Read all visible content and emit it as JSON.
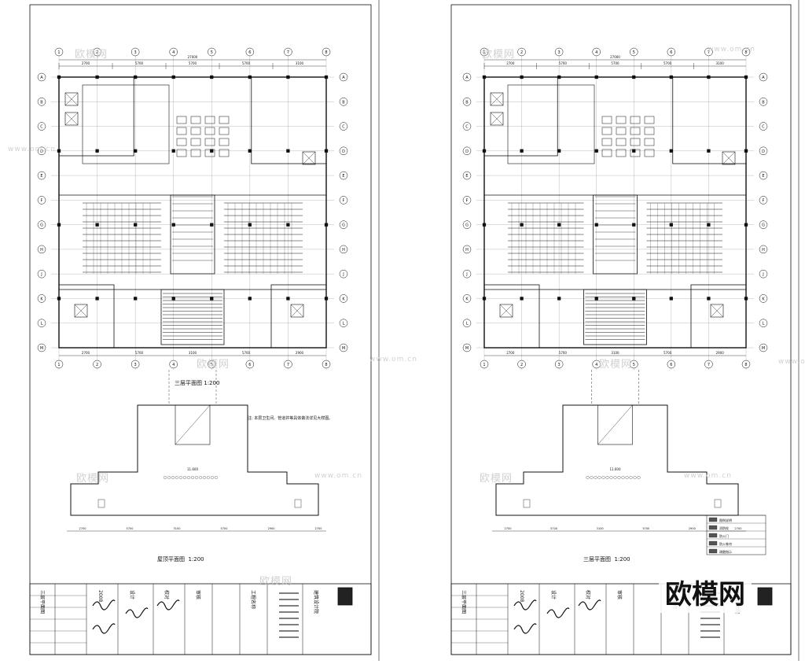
{
  "watermark": {
    "cn": "欧模网",
    "url": "www.om.cn"
  },
  "brand": {
    "text": "欧模网"
  },
  "sheets": [
    {
      "id": "left",
      "plan_title": "三层平面图",
      "scale": "1:200",
      "detail_title": "屋顶平面图",
      "detail_scale": "1:200"
    },
    {
      "id": "right",
      "plan_title": "三层平面图",
      "scale": "1:200"
    }
  ],
  "dims": {
    "top": [
      "2700",
      "5700",
      "5700",
      "5700",
      "3100"
    ],
    "total": "27000",
    "bottom": [
      "2700",
      "5700",
      "3100",
      "5700",
      "2900"
    ],
    "elev": "11.600"
  },
  "axes": {
    "cols": [
      "1",
      "2",
      "3",
      "4",
      "5",
      "6",
      "7",
      "8"
    ],
    "rows": [
      "A",
      "B",
      "C",
      "D",
      "E",
      "F",
      "G",
      "H",
      "J",
      "K",
      "L",
      "M"
    ]
  },
  "title_block": {
    "company": "建筑设计院",
    "project": "工程名称",
    "drawing": "三层平面图",
    "sign1": "设计",
    "sign2": "校对",
    "sign3": "审核",
    "date": "2008"
  },
  "note": {
    "text": "注: 本层卫生间、管道井等具体做法详见大样图。"
  },
  "legend": {
    "rows": [
      "图例说明",
      "消防栓",
      "防火门",
      "防火卷帘",
      "疏散指示"
    ]
  }
}
